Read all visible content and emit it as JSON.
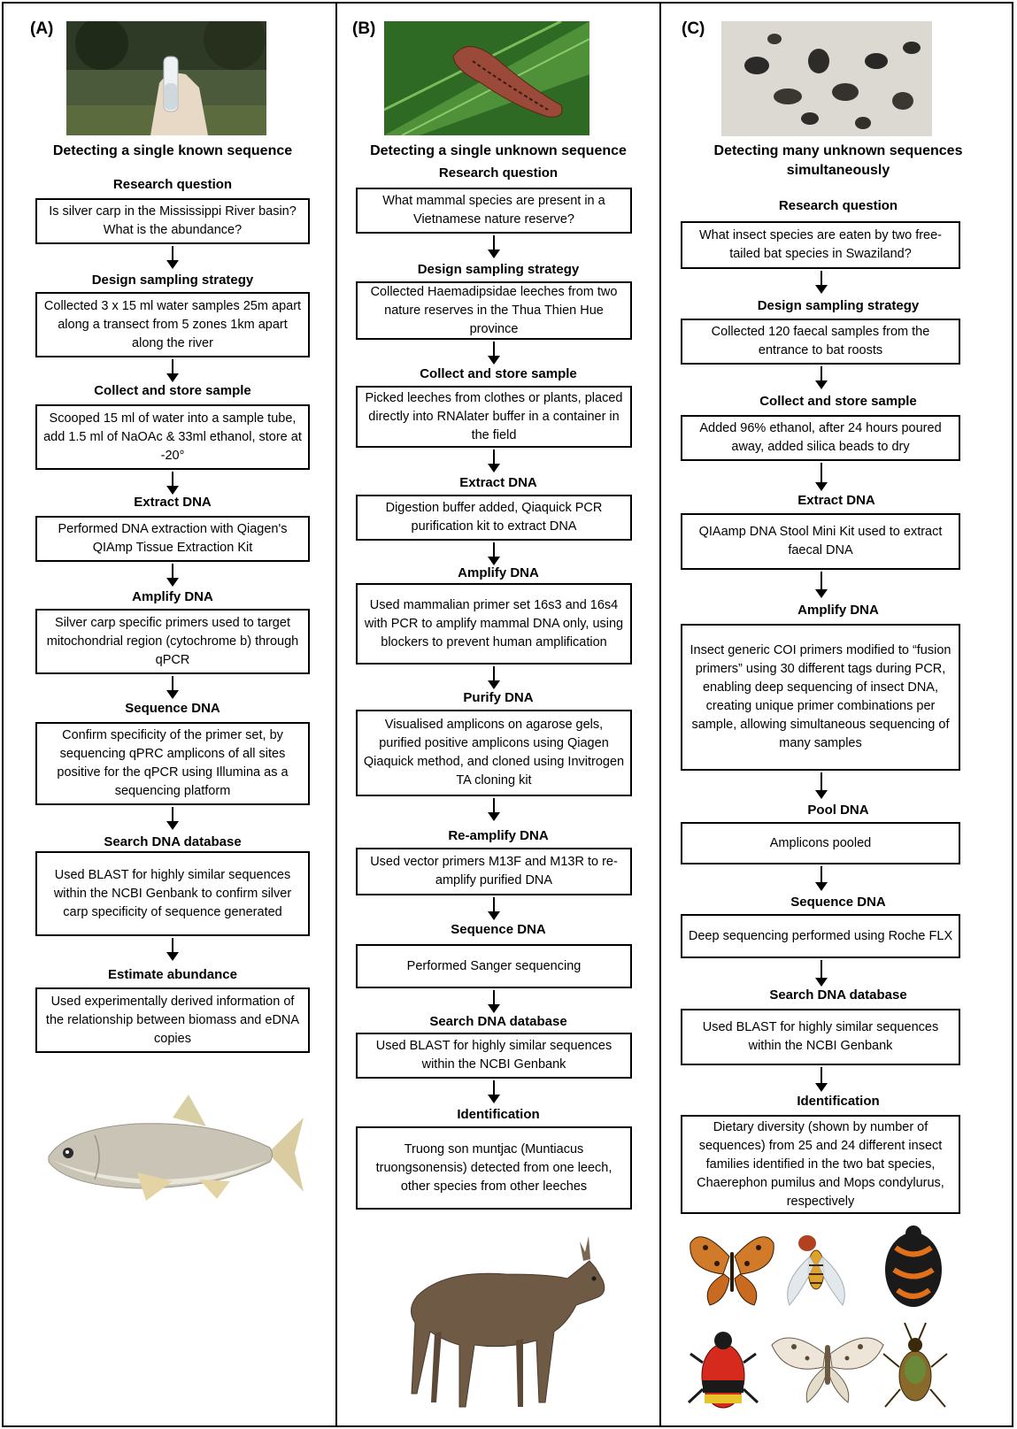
{
  "panels": [
    {
      "label": "(A)",
      "title": "Detecting a single known sequence",
      "steps": [
        {
          "heading": "Research question",
          "text": "Is silver carp in the Mississippi River basin? What is the abundance?"
        },
        {
          "heading": "Design sampling strategy",
          "text": "Collected 3 x 15 ml water samples 25m apart along a transect from 5 zones 1km apart along the river"
        },
        {
          "heading": "Collect and store sample",
          "text": "Scooped 15 ml of water into a sample tube, add 1.5 ml of  NaOAc & 33ml ethanol, store at -20°"
        },
        {
          "heading": "Extract DNA",
          "text": "Performed DNA extraction with Qiagen's QIAmp Tissue Extraction Kit"
        },
        {
          "heading": "Amplify DNA",
          "text": "Silver carp specific primers used to target mitochondrial region (cytochrome b) through qPCR"
        },
        {
          "heading": "Sequence DNA",
          "text": "Confirm specificity of the primer set, by sequencing qPRC amplicons of all sites positive for the qPCR using Illumina as a sequencing platform"
        },
        {
          "heading": "Search DNA database",
          "text": "Used BLAST for highly similar sequences within the NCBI Genbank to confirm silver carp specificity of sequence generated"
        },
        {
          "heading": "Estimate abundance",
          "text": "Used experimentally derived information of the relationship between biomass and eDNA copies"
        }
      ]
    },
    {
      "label": "(B)",
      "title": "Detecting a single unknown sequence",
      "steps": [
        {
          "heading": "Research question",
          "text": "What mammal species are present in a Vietnamese nature reserve?"
        },
        {
          "heading": "Design sampling strategy",
          "text": "Collected Haemadipsidae leeches from two nature reserves in the Thua Thien Hue province"
        },
        {
          "heading": "Collect and store sample",
          "text": "Picked leeches from clothes or plants, placed directly into RNAlater buffer in a container in the field"
        },
        {
          "heading": "Extract DNA",
          "text": "Digestion buffer added, Qiaquick PCR purification kit to extract DNA"
        },
        {
          "heading": "Amplify DNA",
          "text": "Used mammalian primer set 16s3 and 16s4 with PCR to amplify mammal DNA only, using blockers to prevent human amplification"
        },
        {
          "heading": "Purify DNA",
          "text": "Visualised amplicons on agarose gels, purified positive amplicons using Qiagen Qiaquick method, and cloned using Invitrogen TA cloning kit"
        },
        {
          "heading": "Re-amplify DNA",
          "text": "Used vector primers M13F and M13R to re-amplify purified DNA"
        },
        {
          "heading": "Sequence DNA",
          "text": "Performed Sanger sequencing"
        },
        {
          "heading": "Search DNA database",
          "text": "Used BLAST for highly similar sequences within the NCBI Genbank"
        },
        {
          "heading": "Identification",
          "text": "Truong son muntjac (Muntiacus truongsonensis) detected from one leech, other species from other leeches"
        }
      ]
    },
    {
      "label": "(C)",
      "title": "Detecting many unknown sequences simultaneously",
      "steps": [
        {
          "heading": "Research question",
          "text": "What insect species are eaten by two free-tailed bat species in Swaziland?"
        },
        {
          "heading": "Design sampling strategy",
          "text": "Collected 120 faecal samples from the entrance to bat roosts"
        },
        {
          "heading": "Collect and store sample",
          "text": "Added 96% ethanol, after 24 hours poured away, added silica beads to dry"
        },
        {
          "heading": "Extract DNA",
          "text": "QIAamp DNA Stool Mini Kit used to extract faecal DNA"
        },
        {
          "heading": "Amplify DNA",
          "text": "Insect generic COI primers modified to “fusion primers” using 30 different tags during PCR, enabling deep sequencing of insect DNA, creating unique primer combinations per sample, allowing simultaneous sequencing of many samples"
        },
        {
          "heading": "Pool DNA",
          "text": "Amplicons pooled"
        },
        {
          "heading": "Sequence DNA",
          "text": "Deep sequencing performed using Roche FLX"
        },
        {
          "heading": "Search DNA database",
          "text": "Used BLAST for highly similar sequences within the NCBI Genbank"
        },
        {
          "heading": "Identification",
          "text": "Dietary diversity (shown by number of sequences) from 25 and 24 different insect families identified in the two bat species, Chaerephon pumilus and Mops condylurus, respectively"
        }
      ]
    }
  ],
  "colors": {
    "line": "#000000",
    "background": "#ffffff",
    "fish": "#c9c4b6",
    "muntjac": "#6e5a45",
    "leech": "#9b4a3a",
    "leaf": "#3f7d2f"
  }
}
